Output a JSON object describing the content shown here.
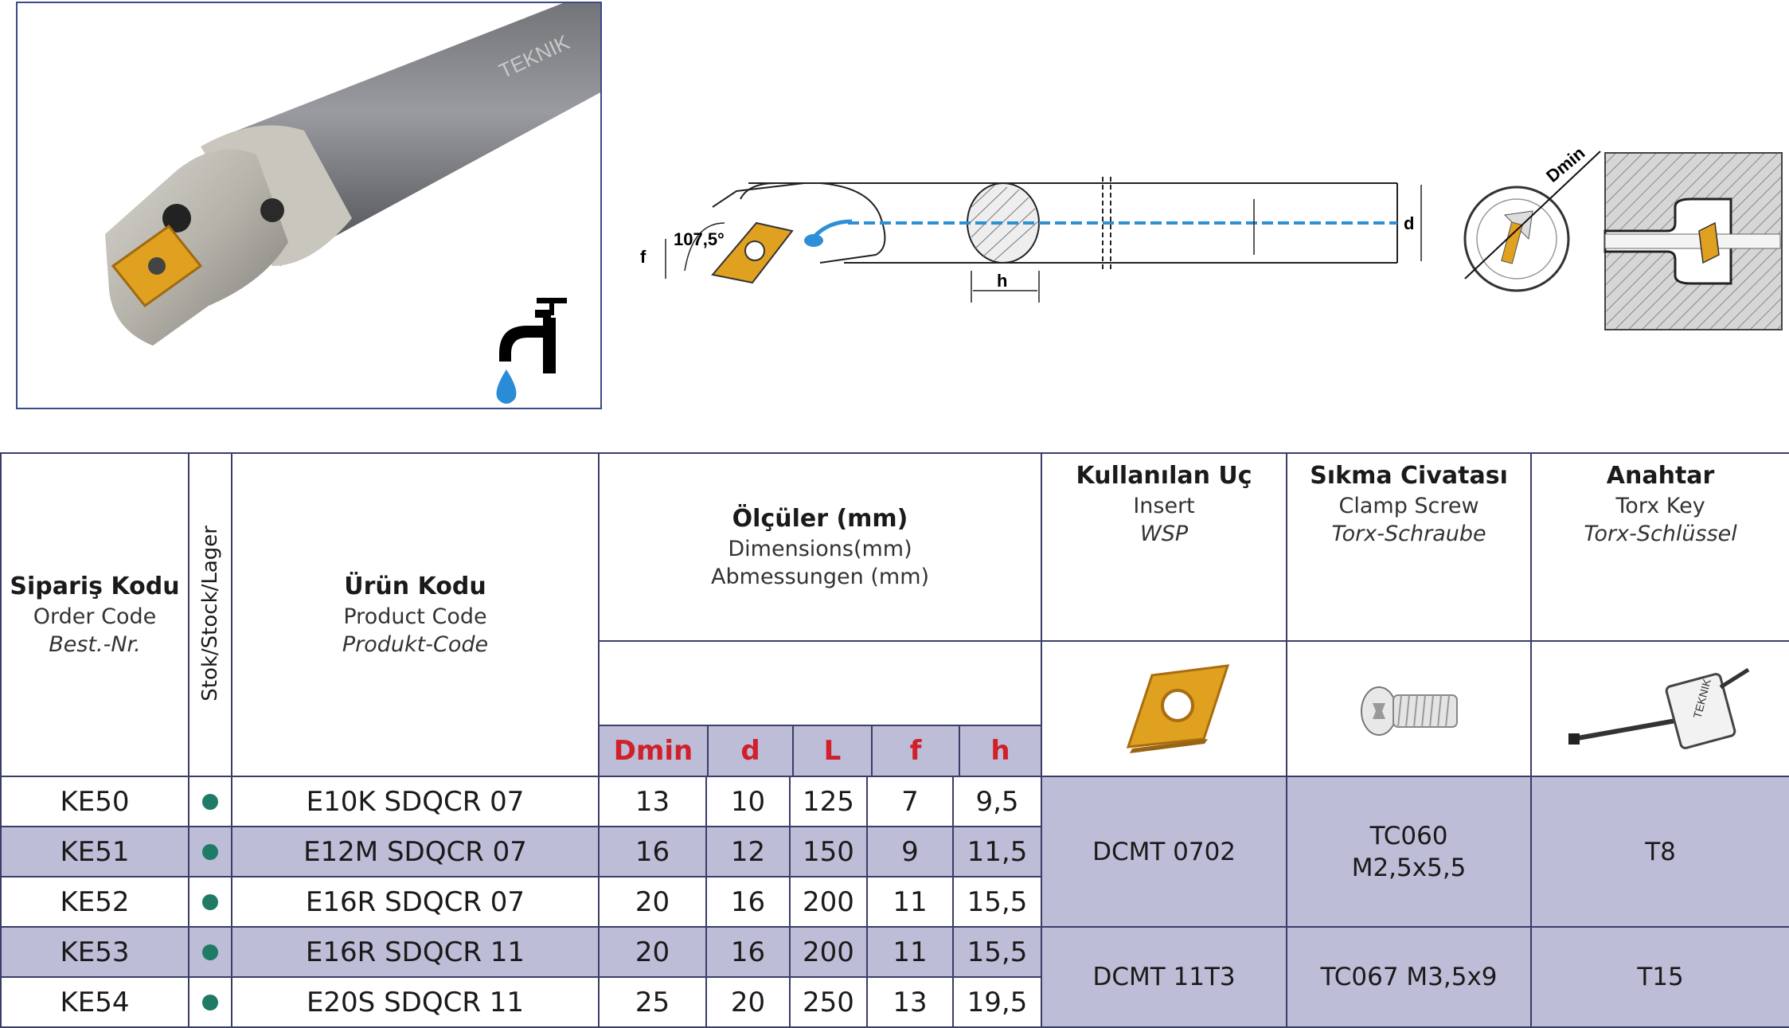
{
  "drawing": {
    "angle_label": "107,5°",
    "f_label": "f",
    "d_label": "d",
    "h_label": "h",
    "dmin_label": "Dmin",
    "brand_text": "TEKNIK"
  },
  "table": {
    "headers": {
      "order": {
        "tr": "Sipariş Kodu",
        "en": "Order Code",
        "de": "Best.-Nr."
      },
      "stock": "Stok/Stock/Lager",
      "product": {
        "tr": "Ürün Kodu",
        "en": "Product Code",
        "de": "Produkt-Code"
      },
      "dimensions": {
        "tr": "Ölçüler (mm)",
        "en": "Dimensions(mm)",
        "de": "Abmessungen (mm)"
      },
      "insert": {
        "tr": "Kullanılan Uç",
        "en": "Insert",
        "de": "WSP"
      },
      "screw": {
        "tr": "Sıkma Civatası",
        "en": "Clamp Screw",
        "de": "Torx-Schraube"
      },
      "key": {
        "tr": "Anahtar",
        "en": "Torx Key",
        "de": "Torx-Schlüssel"
      }
    },
    "dim_columns": [
      "Dmin",
      "d",
      "L",
      "f",
      "h"
    ],
    "rows": [
      {
        "order": "KE50",
        "product": "E10K SDQCR 07",
        "dmin": "13",
        "d": "10",
        "l": "125",
        "f": "7",
        "h": "9,5"
      },
      {
        "order": "KE51",
        "product": "E12M SDQCR 07",
        "dmin": "16",
        "d": "12",
        "l": "150",
        "f": "9",
        "h": "11,5"
      },
      {
        "order": "KE52",
        "product": "E16R SDQCR 07",
        "dmin": "20",
        "d": "16",
        "l": "200",
        "f": "11",
        "h": "15,5"
      },
      {
        "order": "KE53",
        "product": "E16R SDQCR 11",
        "dmin": "20",
        "d": "16",
        "l": "200",
        "f": "11",
        "h": "15,5"
      },
      {
        "order": "KE54",
        "product": "E20S SDQCR 11",
        "dmin": "25",
        "d": "20",
        "l": "250",
        "f": "13",
        "h": "19,5"
      }
    ],
    "groups": [
      {
        "insert": "DCMT 0702",
        "screw_line1": "TC060",
        "screw_line2": "M2,5x5,5",
        "key": "T8"
      },
      {
        "insert": "DCMT 11T3",
        "screw_line1": "TC067 M3,5x9",
        "screw_line2": "",
        "key": "T15"
      }
    ],
    "colors": {
      "accent_row": "#bdbdd8",
      "dim_label": "#d0202a",
      "stock_dot": "#1f7a66",
      "border": "#3a3d66"
    }
  }
}
